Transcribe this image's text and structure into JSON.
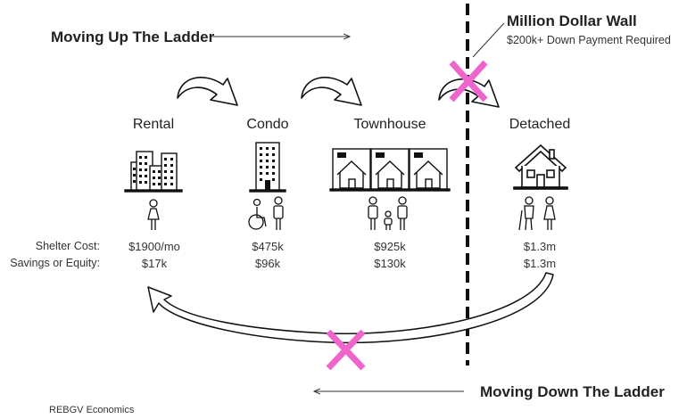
{
  "moving_up_label": "Moving Up The Ladder",
  "moving_down_label": "Moving Down The Ladder",
  "wall": {
    "title": "Million Dollar Wall",
    "subtitle": "$200k+ Down Payment Required"
  },
  "row_labels": {
    "shelter_cost": "Shelter Cost:",
    "savings_equity": "Savings or Equity:"
  },
  "stages": [
    {
      "name": "Rental",
      "shelter_cost": "$1900/mo",
      "savings_equity": "$17k"
    },
    {
      "name": "Condo",
      "shelter_cost": "$475k",
      "savings_equity": "$96k"
    },
    {
      "name": "Townhouse",
      "shelter_cost": "$925k",
      "savings_equity": "$130k"
    },
    {
      "name": "Detached",
      "shelter_cost": "$1.3m",
      "savings_equity": "$1.3m"
    }
  ],
  "credit": "REBGV Economics",
  "colors": {
    "blocked_marker": "#ee66cc",
    "ink": "#222222"
  }
}
